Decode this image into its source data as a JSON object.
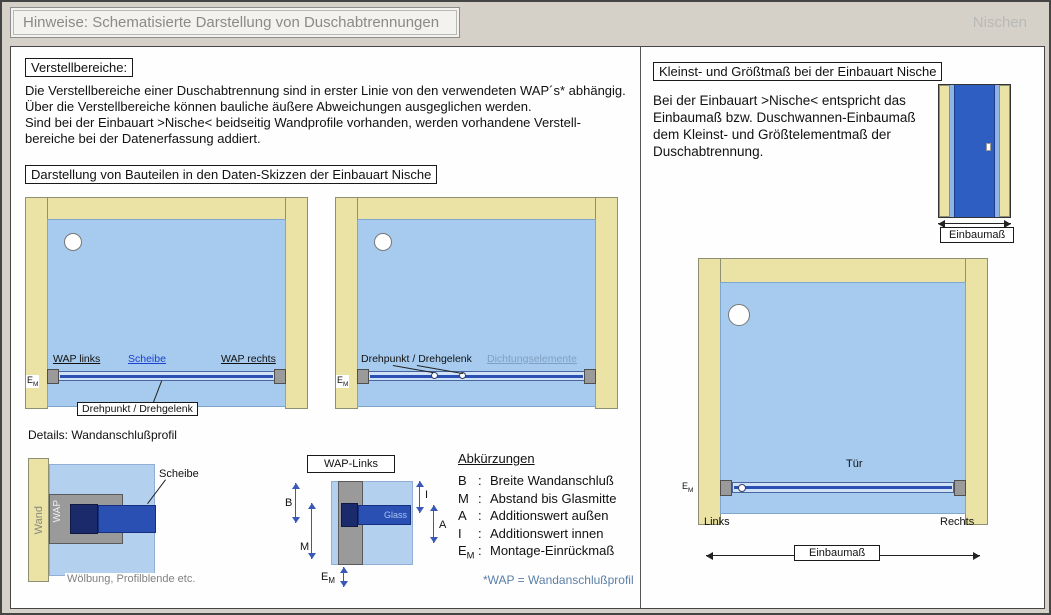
{
  "colors": {
    "page_bg": "#d5d1c8",
    "wall_tan": "#eae3a5",
    "interior_blue": "#a7cbee",
    "glass_dark_blue": "#2a50b4",
    "glass_light_blue": "#cfe2f7",
    "profile_gray": "#9a9a9a",
    "detail_blue": "#b3d0ee",
    "dimension_blue": "#3a58b8",
    "muted_gray_text": "#8a8a8a",
    "footnote_blue": "#5b7fa6"
  },
  "header": {
    "title": "Hinweise: Schematisierte Darstellung von Duschabtrennungen",
    "page_label": "Nischen"
  },
  "labels": {
    "em_e": "E",
    "em_m": "M"
  },
  "left": {
    "adjust_title": "Verstellbereiche:",
    "intro_lines": [
      "Die Verstellbereiche einer Duschabtrennung sind in erster Linie von den verwendeten WAP´s* abhängig.",
      "Über die Verstellbereiche können bauliche äußere Abweichungen ausgeglichen werden.",
      "Sind bei der Einbauart >Nische< beidseitig Wandprofile vorhanden, werden vorhandene Verstell-",
      "bereiche bei der Datenerfassung addiert."
    ],
    "sketch_title": "Darstellung von Bauteilen in den Daten-Skizzen der Einbauart Nische",
    "diagram1": {
      "wap_links": "WAP links",
      "scheibe": "Scheibe",
      "wap_rechts": "WAP rechts",
      "drehpunkt": "Drehpunkt / Drehgelenk"
    },
    "diagram2": {
      "drehpunkt": "Drehpunkt / Drehgelenk",
      "dichtung": "Dichtungselemente"
    },
    "details_caption": "Details: Wandanschlußprofil",
    "cross_section": {
      "wand": "Wand",
      "wap": "WAP",
      "scheibe": "Scheibe",
      "woelbung": "Wölbung, Profilblende etc."
    },
    "wap_detail": {
      "title": "WAP-Links",
      "glass": "Glass",
      "dim_b": "B",
      "dim_m": "M",
      "dim_i": "I",
      "dim_a": "A"
    },
    "abbr": {
      "title": "Abkürzungen",
      "sep": ":",
      "items": [
        {
          "key": "B",
          "desc": "Breite Wandanschluß"
        },
        {
          "key": "M",
          "desc": "Abstand bis Glasmitte"
        },
        {
          "key": "A",
          "desc": "Additionswert außen"
        },
        {
          "key": "I",
          "desc": "Additionswert innen"
        },
        {
          "key": "E",
          "key_sub": "M",
          "desc": "Montage-Einrückmaß"
        }
      ]
    },
    "footnote": "*WAP = Wandanschlußprofil"
  },
  "right": {
    "box_title": "Kleinst- und Größtmaß bei der Einbauart Nische",
    "para_lines": [
      "Bei der Einbauart >Nische< entspricht das",
      "Einbaumaß bzw. Duschwannen-Einbaumaß",
      "dem Kleinst- und Größtelementmaß der",
      "Duschabtrennung."
    ],
    "door_dim_label": "Einbaumaß",
    "big": {
      "tuer": "Tür",
      "links": "Links",
      "rechts": "Rechts",
      "einbaumass": "Einbaumaß"
    }
  }
}
